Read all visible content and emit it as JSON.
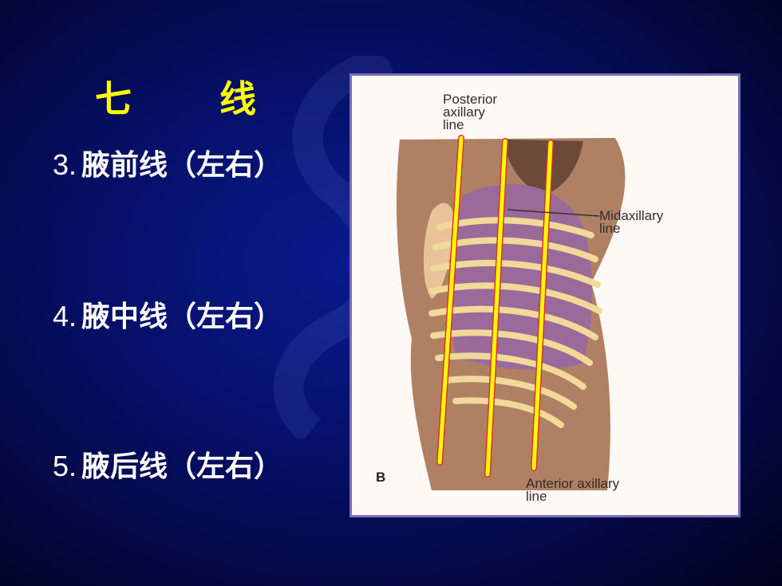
{
  "slide": {
    "title": [
      "七",
      "线"
    ],
    "items": [
      {
        "number": "3.",
        "text": "腋前线（左右）"
      },
      {
        "number": "4.",
        "text": "腋中线（左右）"
      },
      {
        "number": "5.",
        "text": "腋后线（左右）"
      }
    ]
  },
  "figure": {
    "panel_letter": "B",
    "labels": {
      "posterior": [
        "Posterior",
        "axillary",
        "line"
      ],
      "midaxillary": [
        "Midaxillary",
        "line"
      ],
      "anterior": [
        "Anterior axillary",
        "line"
      ]
    }
  },
  "colors": {
    "background": "#06106a",
    "title": "#ffff00",
    "text": "#ffffff",
    "guide_line": "#ffff00",
    "guide_line_edge": "#e03030",
    "figure_border": "#7b70b8"
  }
}
